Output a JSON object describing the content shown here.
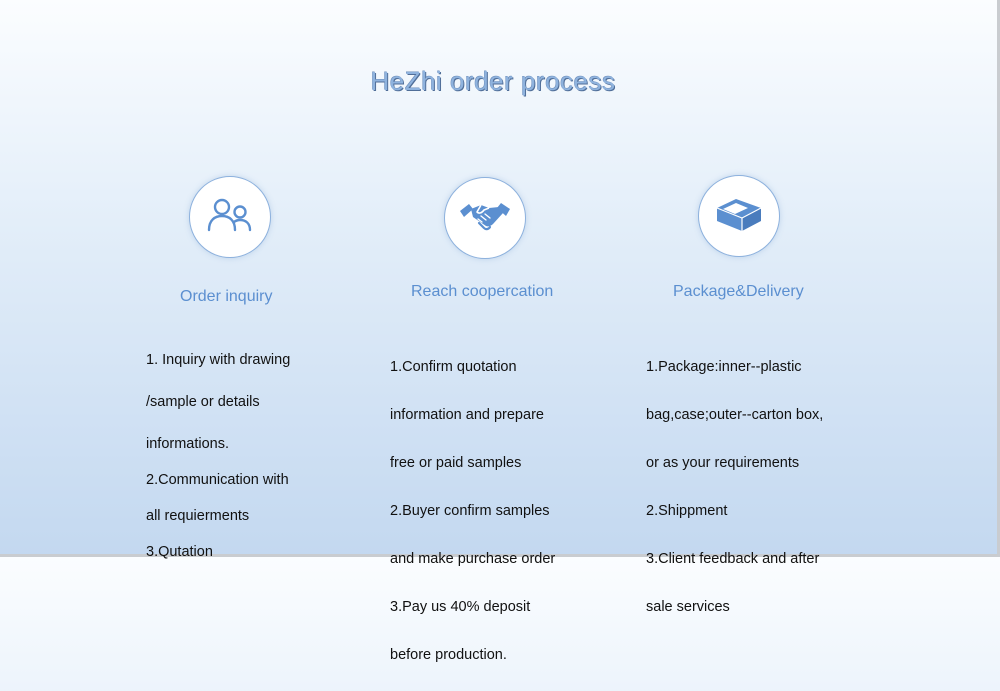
{
  "title": "HeZhi order process",
  "steps": [
    {
      "icon": "people-icon",
      "title": "Order inquiry",
      "lines": [
        "1. Inquiry with drawing",
        "/sample or details",
        "informations.",
        "2.Communication with",
        "all requierments",
        "3.Qutation"
      ]
    },
    {
      "icon": "handshake-icon",
      "title": "Reach coopercation",
      "lines": [
        "1.Confirm quotation",
        "information and prepare",
        "free or paid samples",
        "2.Buyer confirm samples",
        "and make purchase order",
        "3.Pay us 40%  deposit",
        "before production."
      ]
    },
    {
      "icon": "package-icon",
      "title": "Package&Delivery",
      "lines": [
        "1.Package:inner--plastic",
        "bag,case;outer--carton box,",
        "or as your requirements",
        "2.Shippment",
        "3.Client feedback and after",
        "sale  services"
      ]
    }
  ],
  "colors": {
    "accent": "#5b8fd0",
    "icon": "#5b8fd0",
    "circle_border": "#8db1dd",
    "title": "#8fb3de"
  }
}
